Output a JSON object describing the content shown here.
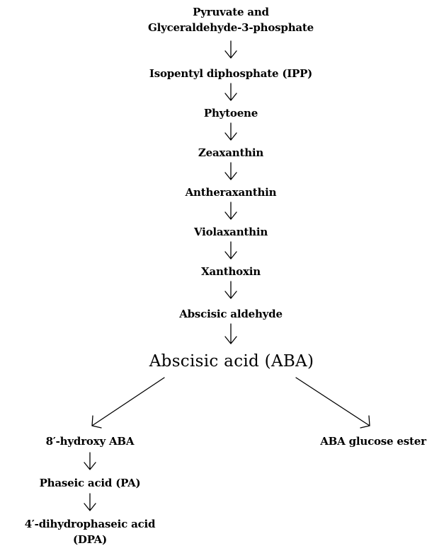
{
  "nodes": {
    "pyruvate_g3p": {
      "line1": "Pyruvate and",
      "line2": "Glyceraldehyde-3-phosphate"
    },
    "ipp": "Isopentyl diphosphate (IPP)",
    "phytoene": "Phytoene",
    "zeaxanthin": "Zeaxanthin",
    "antheraxanthin": "Antheraxanthin",
    "violaxanthin": "Violaxanthin",
    "xanthoxin": "Xanthoxin",
    "abscisic_aldehyde": "Abscisic aldehyde",
    "aba": "Abscisic acid (ABA)",
    "hydroxy_aba": "8′-hydroxy ABA",
    "aba_glucose_ester": "ABA glucose ester",
    "phaseic_acid": "Phaseic acid (PA)",
    "dpa": {
      "line1": "4′-dihydrophaseic acid",
      "line2": "(DPA)"
    }
  },
  "edges": [
    {
      "from": "pyruvate_g3p",
      "to": "ipp"
    },
    {
      "from": "ipp",
      "to": "phytoene"
    },
    {
      "from": "phytoene",
      "to": "zeaxanthin"
    },
    {
      "from": "zeaxanthin",
      "to": "antheraxanthin"
    },
    {
      "from": "antheraxanthin",
      "to": "violaxanthin"
    },
    {
      "from": "violaxanthin",
      "to": "xanthoxin"
    },
    {
      "from": "xanthoxin",
      "to": "abscisic_aldehyde"
    },
    {
      "from": "abscisic_aldehyde",
      "to": "aba"
    },
    {
      "from": "aba",
      "to": "hydroxy_aba"
    },
    {
      "from": "aba",
      "to": "aba_glucose_ester"
    },
    {
      "from": "hydroxy_aba",
      "to": "phaseic_acid"
    },
    {
      "from": "phaseic_acid",
      "to": "dpa"
    }
  ],
  "colors": {
    "background": "#ffffff",
    "text": "#000000",
    "arrow": "#000000"
  }
}
